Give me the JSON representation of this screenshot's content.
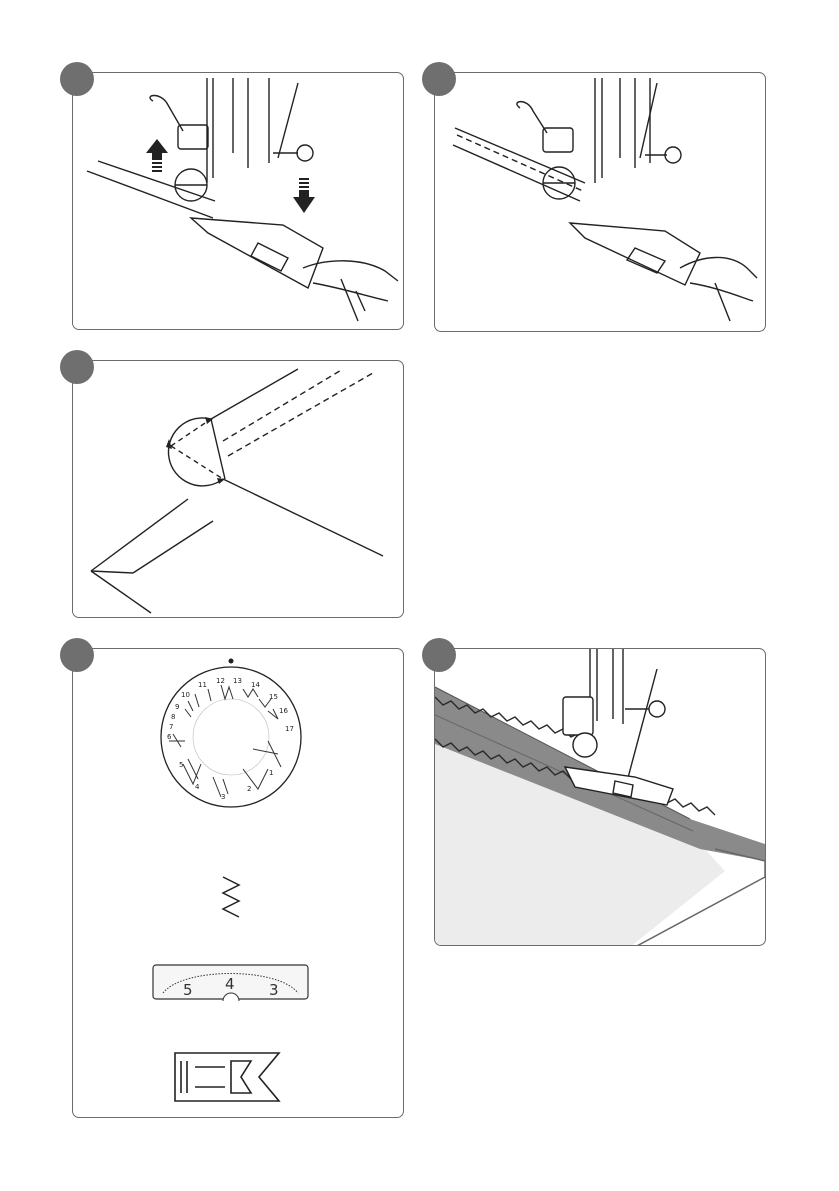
{
  "panels": [
    {
      "id": "p1",
      "label": "Lower presser foot illustration"
    },
    {
      "id": "p2",
      "label": "Sewing with fabric guided by hand"
    },
    {
      "id": "p3",
      "label": "Fabric folding diagram"
    },
    {
      "id": "p4",
      "label": "Stitch settings"
    },
    {
      "id": "p5",
      "label": "Sewing hem with zigzag stitch"
    }
  ],
  "dial": {
    "numbers": [
      "1",
      "2",
      "3",
      "4",
      "5",
      "6",
      "7",
      "8",
      "9",
      "10",
      "11",
      "12",
      "13",
      "14",
      "15",
      "16",
      "17"
    ]
  },
  "stitch_width_selector": {
    "left": "5",
    "center": "4",
    "right": "3"
  },
  "colors": {
    "badge": "#6f6f6f",
    "frame": "#6b6b6b",
    "fabric": "#8a8a8a",
    "stitch": "#2a2a2a"
  }
}
